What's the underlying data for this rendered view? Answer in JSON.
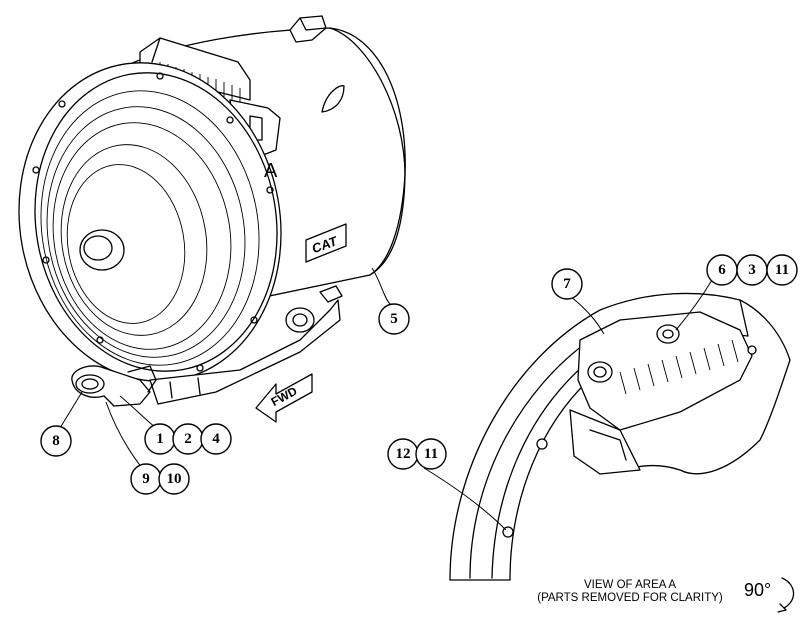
{
  "area_label": "A",
  "brand_logo": "CAT",
  "fwd_label": "FWD",
  "rotation_label": "90°",
  "caption": {
    "line1": "VIEW OF AREA A",
    "line2": "(PARTS REMOVED FOR CLARITY)"
  },
  "callouts": {
    "c1": "1",
    "c2": "2",
    "c4": "4",
    "c5": "5",
    "c6": "6",
    "c3": "3",
    "c11a": "11",
    "c7": "7",
    "c8": "8",
    "c9": "9",
    "c10": "10",
    "c12": "12",
    "c11b": "11"
  }
}
